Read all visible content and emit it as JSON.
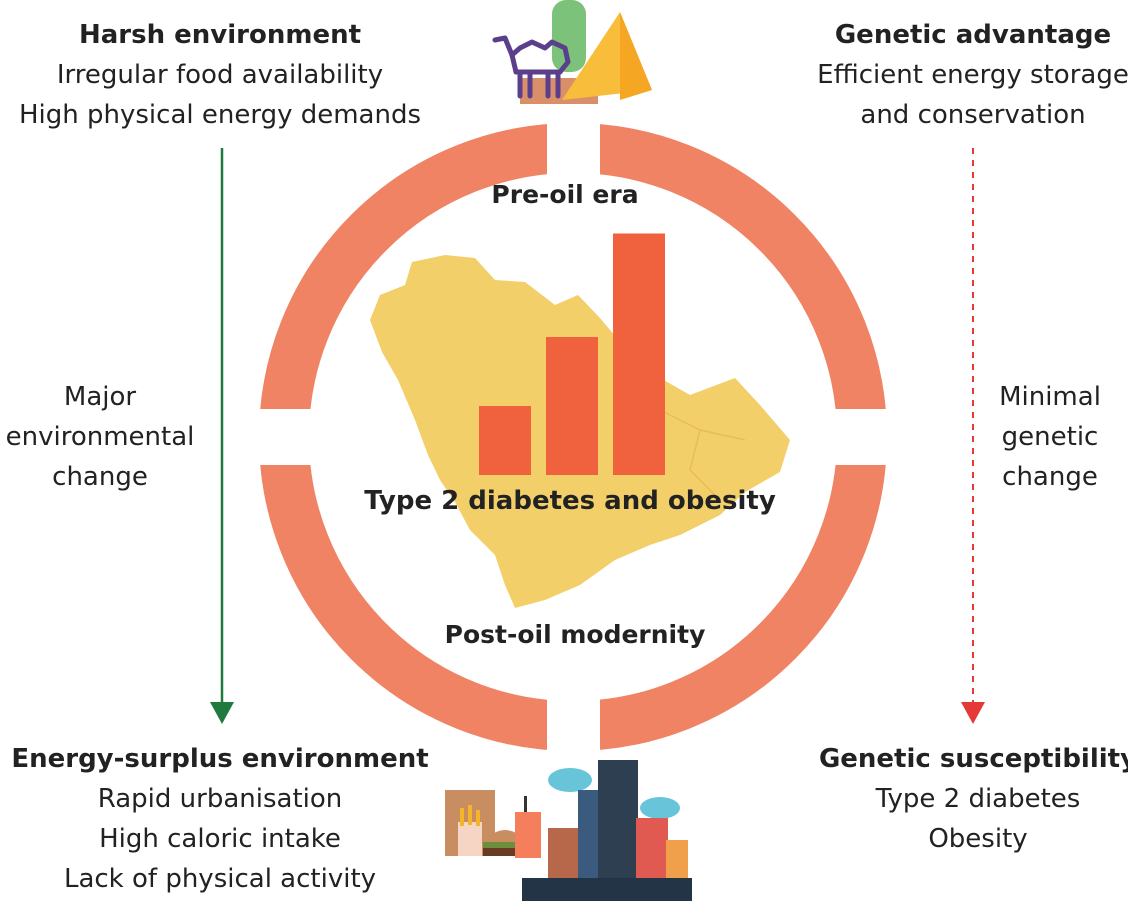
{
  "top_left": {
    "heading": "Harsh environment",
    "lines": [
      "Irregular food availability",
      "High physical energy demands"
    ]
  },
  "top_right": {
    "heading": "Genetic advantage",
    "lines": [
      "Efficient energy storage",
      "and conservation"
    ]
  },
  "bottom_left": {
    "heading": "Energy-surplus environment",
    "lines": [
      "Rapid urbanisation",
      "High caloric intake",
      "Lack of physical activity"
    ]
  },
  "bottom_right": {
    "heading": "Genetic susceptibility",
    "lines": [
      "Type 2 diabetes",
      "Obesity"
    ]
  },
  "left_arrow": {
    "lines": [
      "Major",
      "environmental",
      "change"
    ],
    "color": "#1f7a3e",
    "style": "solid"
  },
  "right_arrow": {
    "lines": [
      "Minimal",
      "genetic",
      "change"
    ],
    "color": "#e53935",
    "style": "dashed"
  },
  "circle": {
    "top_label": "Pre-oil era",
    "bottom_label": "Post-oil modernity",
    "center_label": "Type 2 diabetes and obesity",
    "ring_color": "#f08363",
    "map_color": "#f3cf69",
    "bar_color": "#f0623e",
    "bar_values": [
      1,
      2,
      3.5
    ]
  },
  "icons": {
    "top": "desert-camel-cactus-pyramid-icon",
    "bottom": "city-fastfood-icon"
  }
}
